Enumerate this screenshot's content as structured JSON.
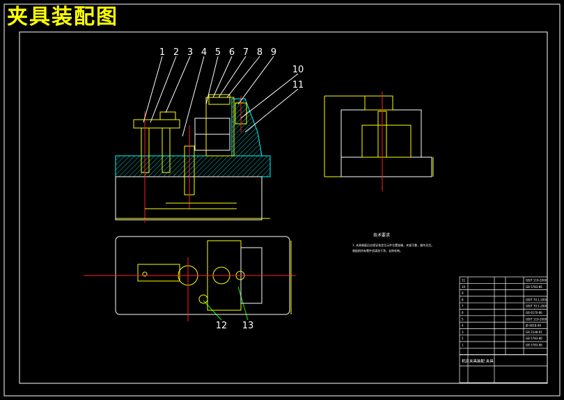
{
  "title": "夹具装配图",
  "colors": {
    "background": "#000000",
    "title": "#ffff00",
    "outline": "#ffffff",
    "part": "#ffff00",
    "hatch": "#00ffff",
    "centerline": "#ff2020",
    "callout_leader": "#00ff00"
  },
  "callouts_top": [
    "1",
    "2",
    "3",
    "4",
    "5",
    "6",
    "7",
    "8",
    "9",
    "10",
    "11"
  ],
  "callouts_bottom": [
    "12",
    "13"
  ],
  "tech_requirements": {
    "heading": "技术要求",
    "lines": [
      "1. 夹具装配后应保证各定位元件位置准确，夹紧可靠，操作灵活。",
      "   装配前所有零件须清洗干净，去除毛刺。"
    ]
  },
  "title_block": {
    "drawing_name": "机床夹具装配 夹具",
    "bom_rows": [
      [
        "11",
        "",
        "",
        "GB/T 119-2000"
      ],
      [
        "10",
        "",
        "",
        "GB 5783-86"
      ],
      [
        "9",
        "",
        "",
        ""
      ],
      [
        "8",
        "",
        "",
        "GB/T 70.1-2000"
      ],
      [
        "7",
        "",
        "",
        "GB/T 70.1-2000"
      ],
      [
        "6",
        "",
        "",
        "GB 6170-86"
      ],
      [
        "5",
        "",
        "",
        "GB/T 119-2000"
      ],
      [
        "4",
        "",
        "",
        "JB 8018-99"
      ],
      [
        "3",
        "",
        "",
        "GB 2148-91"
      ],
      [
        "2",
        "",
        "",
        "GB 5783-86"
      ],
      [
        "1",
        "",
        "",
        "GB 5783-86"
      ],
      [
        "",
        "",
        "",
        ""
      ]
    ]
  }
}
